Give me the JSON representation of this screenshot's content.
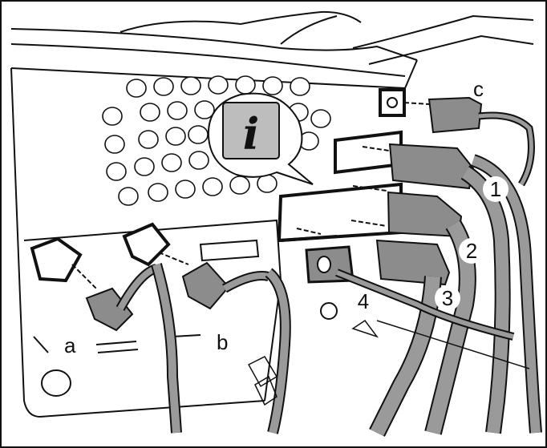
{
  "figure": {
    "info_icon_glyph": "i",
    "icon_name": "info-icon",
    "colors": {
      "line": "#111111",
      "cable_fill": "#9a9a9a",
      "connector_fill": "#7a7a7a",
      "paper": "#ffffff",
      "icon_panel": "#bdbdbd"
    }
  },
  "labels": {
    "a": "a",
    "b": "b",
    "c": "c",
    "n1": "1",
    "n2": "2",
    "n3": "3",
    "n4": "4"
  }
}
